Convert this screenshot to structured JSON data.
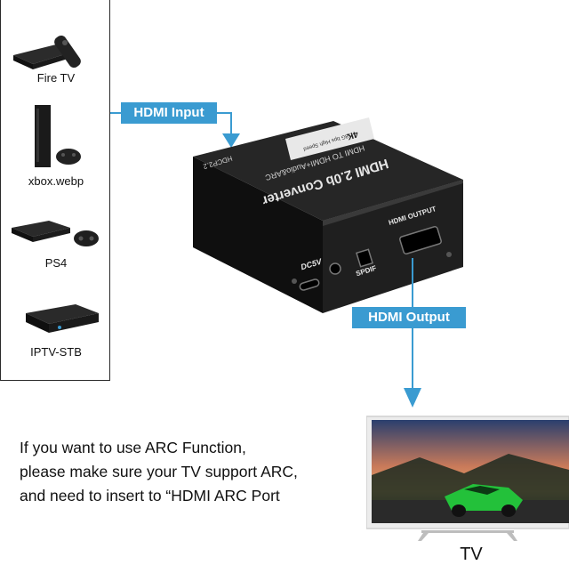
{
  "sources": [
    {
      "label": "Fire TV",
      "icon": "fire-tv-icon"
    },
    {
      "label": "xbox.webp",
      "icon": "xbox-icon"
    },
    {
      "label": "PS4",
      "icon": "ps4-icon"
    },
    {
      "label": "IPTV-STB",
      "icon": "set-top-box-icon"
    }
  ],
  "callouts": {
    "input": "HDMI Input",
    "output": "HDMI Output"
  },
  "device": {
    "title": "HDMI 2.0b Converter",
    "subtitle": "HDMI TO HDMI+Audio&ARC",
    "hdcp": "HDCP2.2",
    "port_hdmi_output": "HDMI OUTPUT",
    "port_spdif": "SPDIF",
    "port_power": "DC5V",
    "badge": "4K",
    "badge_small": "18G bps High Speed"
  },
  "caption": {
    "line1": "If you want to use ARC Function,",
    "line2": "please make sure your TV support ARC,",
    "line3": "and need to insert to “HDMI ARC Port"
  },
  "tv_label": "TV",
  "colors": {
    "accent": "#3a9bd1",
    "device_body": "#1e1e1e"
  }
}
